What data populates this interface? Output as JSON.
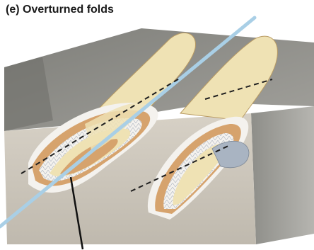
{
  "figure": {
    "title": "(e) Overturned folds"
  },
  "colors": {
    "background": "#ffffff",
    "top_surface": "#8e8e88",
    "side_face": "#9b9b97",
    "cross_section_base": "#cfcac1",
    "layer_cream": "#efe2b4",
    "layer_tan": "#d6a36d",
    "layer_white": "#f4f2ee",
    "layer_blue_grey": "#a9b4c2",
    "axial_plane_line": "#a9cfe6",
    "axis_dash": "#1f1f1f",
    "pointer_line": "#111111"
  },
  "icons": {
    "axial_plane": "light-blue-axial-plane-line",
    "hinge_lines": "dashed-hinge-line",
    "leader": "pointer-leader-line"
  }
}
